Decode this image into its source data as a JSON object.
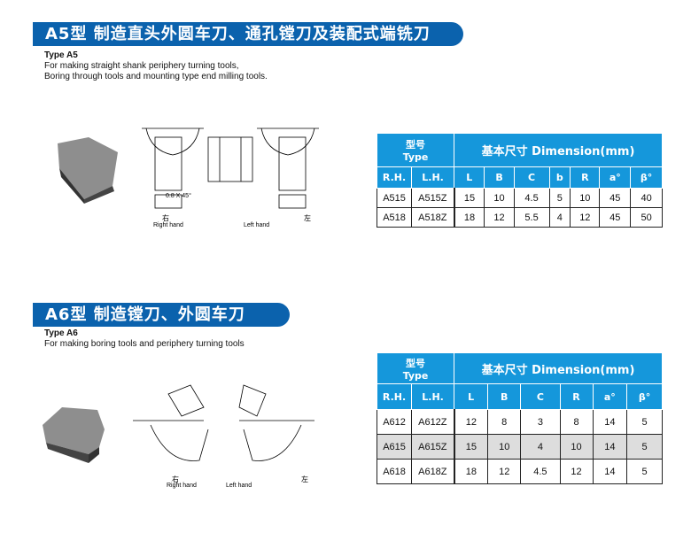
{
  "a5": {
    "title": "A5型 制造直头外圆车刀、通孔镗刀及装配式端铣刀",
    "type_label": "Type A5",
    "desc1": "For making straight shank periphery turning tools,",
    "desc2": "Boring through tools and mounting type end milling tools.",
    "drawing": {
      "right_cn": "右",
      "right_en": "Right hand",
      "left_cn": "左",
      "left_en": "Left hand",
      "chamfer": "0.8 X 45°"
    },
    "table": {
      "type_cn": "型号",
      "type_en": "Type",
      "dim": "基本尺寸  Dimension(mm)",
      "columns": [
        "R.H.",
        "L.H.",
        "L",
        "B",
        "C",
        "b",
        "R",
        "a°",
        "β°"
      ],
      "rows": [
        [
          "A515",
          "A515Z",
          "15",
          "10",
          "4.5",
          "5",
          "10",
          "45",
          "40"
        ],
        [
          "A518",
          "A518Z",
          "18",
          "12",
          "5.5",
          "4",
          "12",
          "45",
          "50"
        ]
      ]
    }
  },
  "a6": {
    "title": "A6型 制造镗刀、外圆车刀",
    "type_label": "Type A6",
    "desc1": "For making boring tools and periphery turning tools",
    "drawing": {
      "right_cn": "右",
      "right_en": "Right hand",
      "left_cn": "左",
      "left_en": "Left hand"
    },
    "table": {
      "type_cn": "型号",
      "type_en": "Type",
      "dim": "基本尺寸  Dimension(mm)",
      "columns": [
        "R.H.",
        "L.H.",
        "L",
        "B",
        "C",
        "R",
        "a°",
        "β°"
      ],
      "rows": [
        [
          "A612",
          "A612Z",
          "12",
          "8",
          "3",
          "8",
          "14",
          "5"
        ],
        [
          "A615",
          "A615Z",
          "15",
          "10",
          "4",
          "10",
          "14",
          "5"
        ],
        [
          "A618",
          "A618Z",
          "18",
          "12",
          "4.5",
          "12",
          "14",
          "5"
        ]
      ]
    }
  }
}
